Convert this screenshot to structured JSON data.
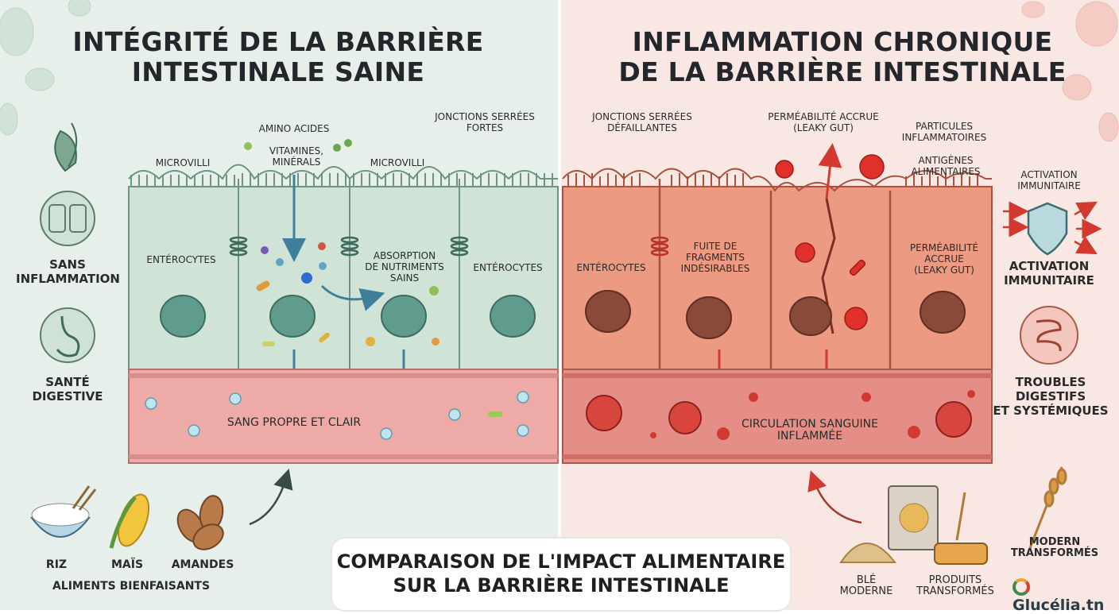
{
  "left": {
    "title_line1": "INTÉGRITÉ DE LA BARRIÈRE",
    "title_line2": "INTESTINALE SAINE",
    "labels": {
      "amino": "AMINO ACIDES",
      "vitamins_line1": "VITAMINES,",
      "vitamins_line2": "MINÉRALS",
      "microvilli_1": "MICROVILLI",
      "microvilli_2": "MICROVILLI",
      "tight_line1": "JONCTIONS SERRÉES",
      "tight_line2": "FORTES",
      "enterocytes_1": "ENTÉROCYTES",
      "enterocytes_2": "ENTÉROCYTES",
      "absorption_line1": "ABSORPTION",
      "absorption_line2": "DE NUTRIMENTS",
      "absorption_line3": "SAINS",
      "blood": "SANG PROPRE ET CLAIR"
    },
    "side": {
      "no_inflammation_line1": "SANS",
      "no_inflammation_line2": "INFLAMMATION",
      "digestive_line1": "SANTÉ",
      "digestive_line2": "DIGESTIVE"
    },
    "foods": {
      "rice": "RIZ",
      "corn": "MAÏS",
      "almonds": "AMANDES",
      "caption": "ALIMENTS BIENFAISANTS"
    }
  },
  "right": {
    "title_line1": "INFLAMMATION CHRONIQUE",
    "title_line2": "DE LA BARRIÈRE INTESTINALE",
    "labels": {
      "failing_line1": "JONCTIONS SERRÉES",
      "failing_line2": "DÉFAILLANTES",
      "perm_top_line1": "PERMÉABILITÉ ACCRUE",
      "perm_top_line2": "(LEAKY GUT)",
      "particles_line1": "PARTICULES",
      "particles_line2": "INFLAMMATOIRES",
      "antigens_line1": "ANTIGÈNES",
      "antigens_line2": "ALIMENTAIRES",
      "enterocytes": "ENTÉROCYTES",
      "leak_line1": "FUITE DE",
      "leak_line2": "FRAGMENTS",
      "leak_line3": "INDÉSIRABLES",
      "perm_cell_line1": "PERMÉABILITÉ",
      "perm_cell_line2": "ACCRUE",
      "perm_cell_line3": "(LEAKY GUT)",
      "blood_line1": "CIRCULATION SANGUINE",
      "blood_line2": "INFLAMMÉE"
    },
    "side": {
      "activation_small_line1": "ACTIVATION",
      "activation_small_line2": "IMMUNITAIRE",
      "activation_big_line1": "ACTIVATION",
      "activation_big_line2": "IMMUNITAIRE",
      "troubles_line1": "TROUBLES",
      "troubles_line2": "DIGESTIFS",
      "troubles_line3": "ET SYSTÉMIQUES"
    },
    "foods": {
      "modern_line1": "MODERN",
      "modern_line2": "TRANSFORMÉS",
      "wheat_line1": "BLÉ",
      "wheat_line2": "MODERNE",
      "processed_line1": "PRODUITS",
      "processed_line2": "TRANSFORMÉS"
    }
  },
  "bottom": {
    "line1": "COMPARAISON DE L'IMPACT ALIMENTAIRE",
    "line2": "SUR LA BARRIÈRE INTESTINALE"
  },
  "brand": "Glucélia.tn",
  "colors": {
    "healthy_bg": "#e6efe9",
    "healthy_cell": "#cfe3d6",
    "healthy_nucleus": "#5f9c8e",
    "inflamed_bg": "#f8e7e3",
    "inflamed_cell": "#eb8f76",
    "inflamed_nucleus": "#8a4a3a",
    "blood": "#e9a0a0",
    "arrow_blue": "#3f7f99",
    "arrow_red": "#d23a30"
  }
}
